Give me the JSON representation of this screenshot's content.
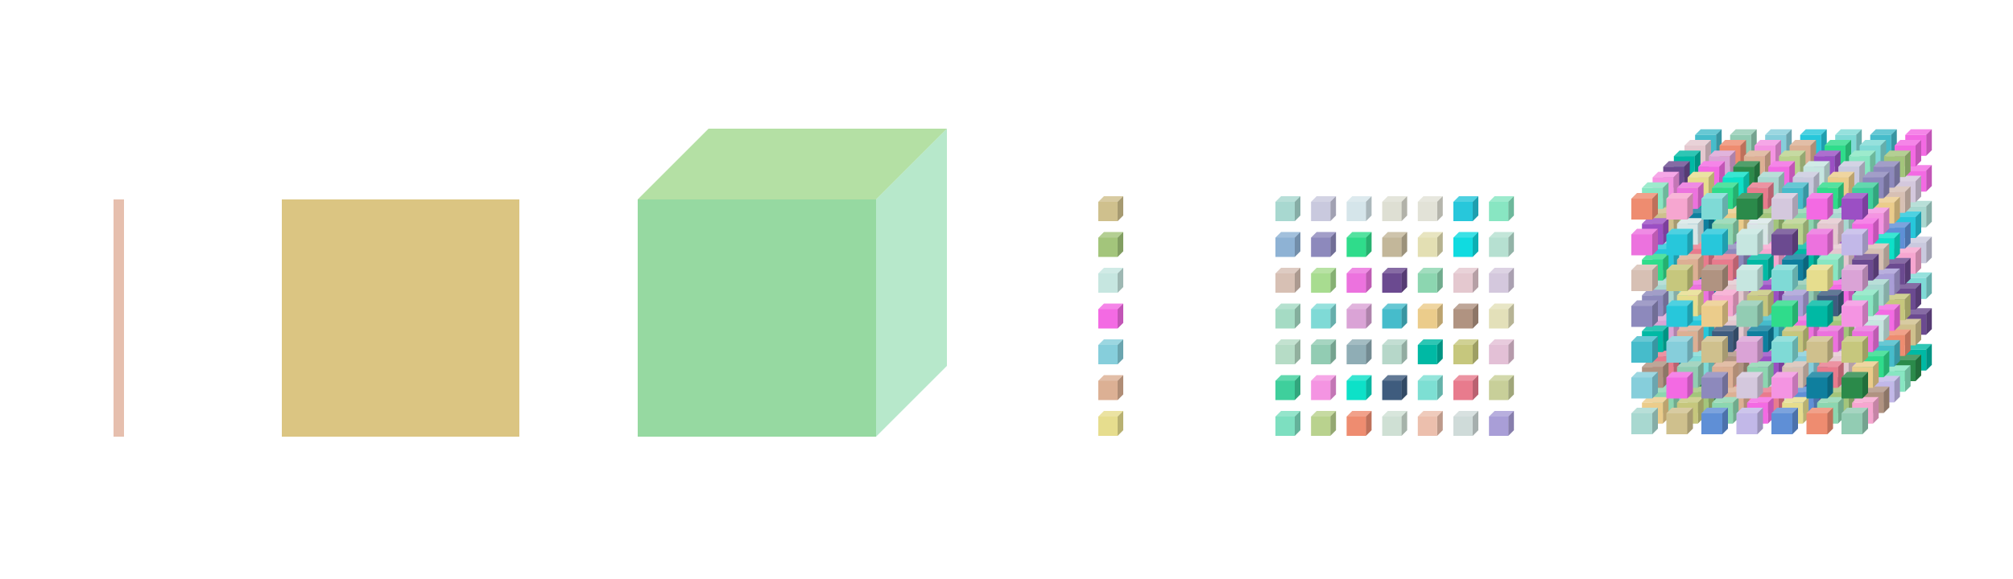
{
  "figure": {
    "panels": [
      {
        "id": "rod",
        "kind": "single-bar",
        "color": "#e6bfae"
      },
      {
        "id": "square",
        "kind": "single-square",
        "color": "#dbc582"
      },
      {
        "id": "cube",
        "kind": "single-cube",
        "colors": {
          "front": "#96d9a1",
          "top": "#b4e0a4",
          "side": "#b7e8cb"
        }
      },
      {
        "id": "column",
        "kind": "cube-column",
        "count": 7
      },
      {
        "id": "grid",
        "kind": "cube-grid",
        "rows": 7,
        "cols": 7
      },
      {
        "id": "block",
        "kind": "cube-volume",
        "rows": 7,
        "cols": 7,
        "layers": 7
      }
    ],
    "column_colors": [
      "#cfc08d",
      "#a3c57b",
      "#c6e6e0",
      "#f36ae3",
      "#86cedb",
      "#dcb094",
      "#e6dd8e"
    ],
    "grid_colors": [
      [
        "#a8d8d0",
        "#c9c9de",
        "#d5e5ea",
        "#dedfd3",
        "#e2e2d7",
        "#27c7db",
        "#88e6c2"
      ],
      [
        "#8eb2d4",
        "#8d89bc",
        "#2fdc8b",
        "#c3b79a",
        "#e3dfb3",
        "#10dbe0",
        "#b6e0d1"
      ],
      [
        "#d7c0b4",
        "#a8dc90",
        "#ec72de",
        "#6b4a90",
        "#8cd6b0",
        "#e4c8cf",
        "#d4c8dd"
      ],
      [
        "#a5dbc4",
        "#7fdad6",
        "#daa3d6",
        "#46bccb",
        "#ebcc8b",
        "#b09381",
        "#e3e0b9"
      ],
      [
        "#b6dcc6",
        "#92ccb3",
        "#8fadb5",
        "#b6d7c9",
        "#00b9a4",
        "#c6c77d",
        "#e3c0d6"
      ],
      [
        "#3fcf9c",
        "#f494e2",
        "#0de1c8",
        "#3f5c7e",
        "#7ddfd3",
        "#e87b8d",
        "#c8cf99"
      ],
      [
        "#7ddfc0",
        "#b9d28e",
        "#ee8c70",
        "#cfe0d4",
        "#ecbfad",
        "#cfdbd9",
        "#a99ed7"
      ]
    ],
    "volume_palette": [
      "#cfc08d",
      "#a3c57b",
      "#c6e6e0",
      "#f36ae3",
      "#86cedb",
      "#dcb094",
      "#e6dd8e",
      "#a8d8d0",
      "#c9c9de",
      "#2fdc8b",
      "#27c7db",
      "#88e6c2",
      "#8eb2d4",
      "#8d89bc",
      "#ec72de",
      "#6b4a90",
      "#8cd6b0",
      "#e4c8cf",
      "#d4c8dd",
      "#7fdad6",
      "#daa3d6",
      "#46bccb",
      "#ebcc8b",
      "#b09381",
      "#92ccb3",
      "#00b9a4",
      "#c6c77d",
      "#3fcf9c",
      "#f494e2",
      "#0de1c8",
      "#3f5c7e",
      "#e87b8d",
      "#ee8c70",
      "#a99ed7",
      "#b9d28e",
      "#d7c0b4",
      "#5f8fd6",
      "#2b8a4a",
      "#9b4fc4",
      "#f6a6d0",
      "#d8e6e6",
      "#0f7f9e",
      "#c2b8e8"
    ]
  }
}
